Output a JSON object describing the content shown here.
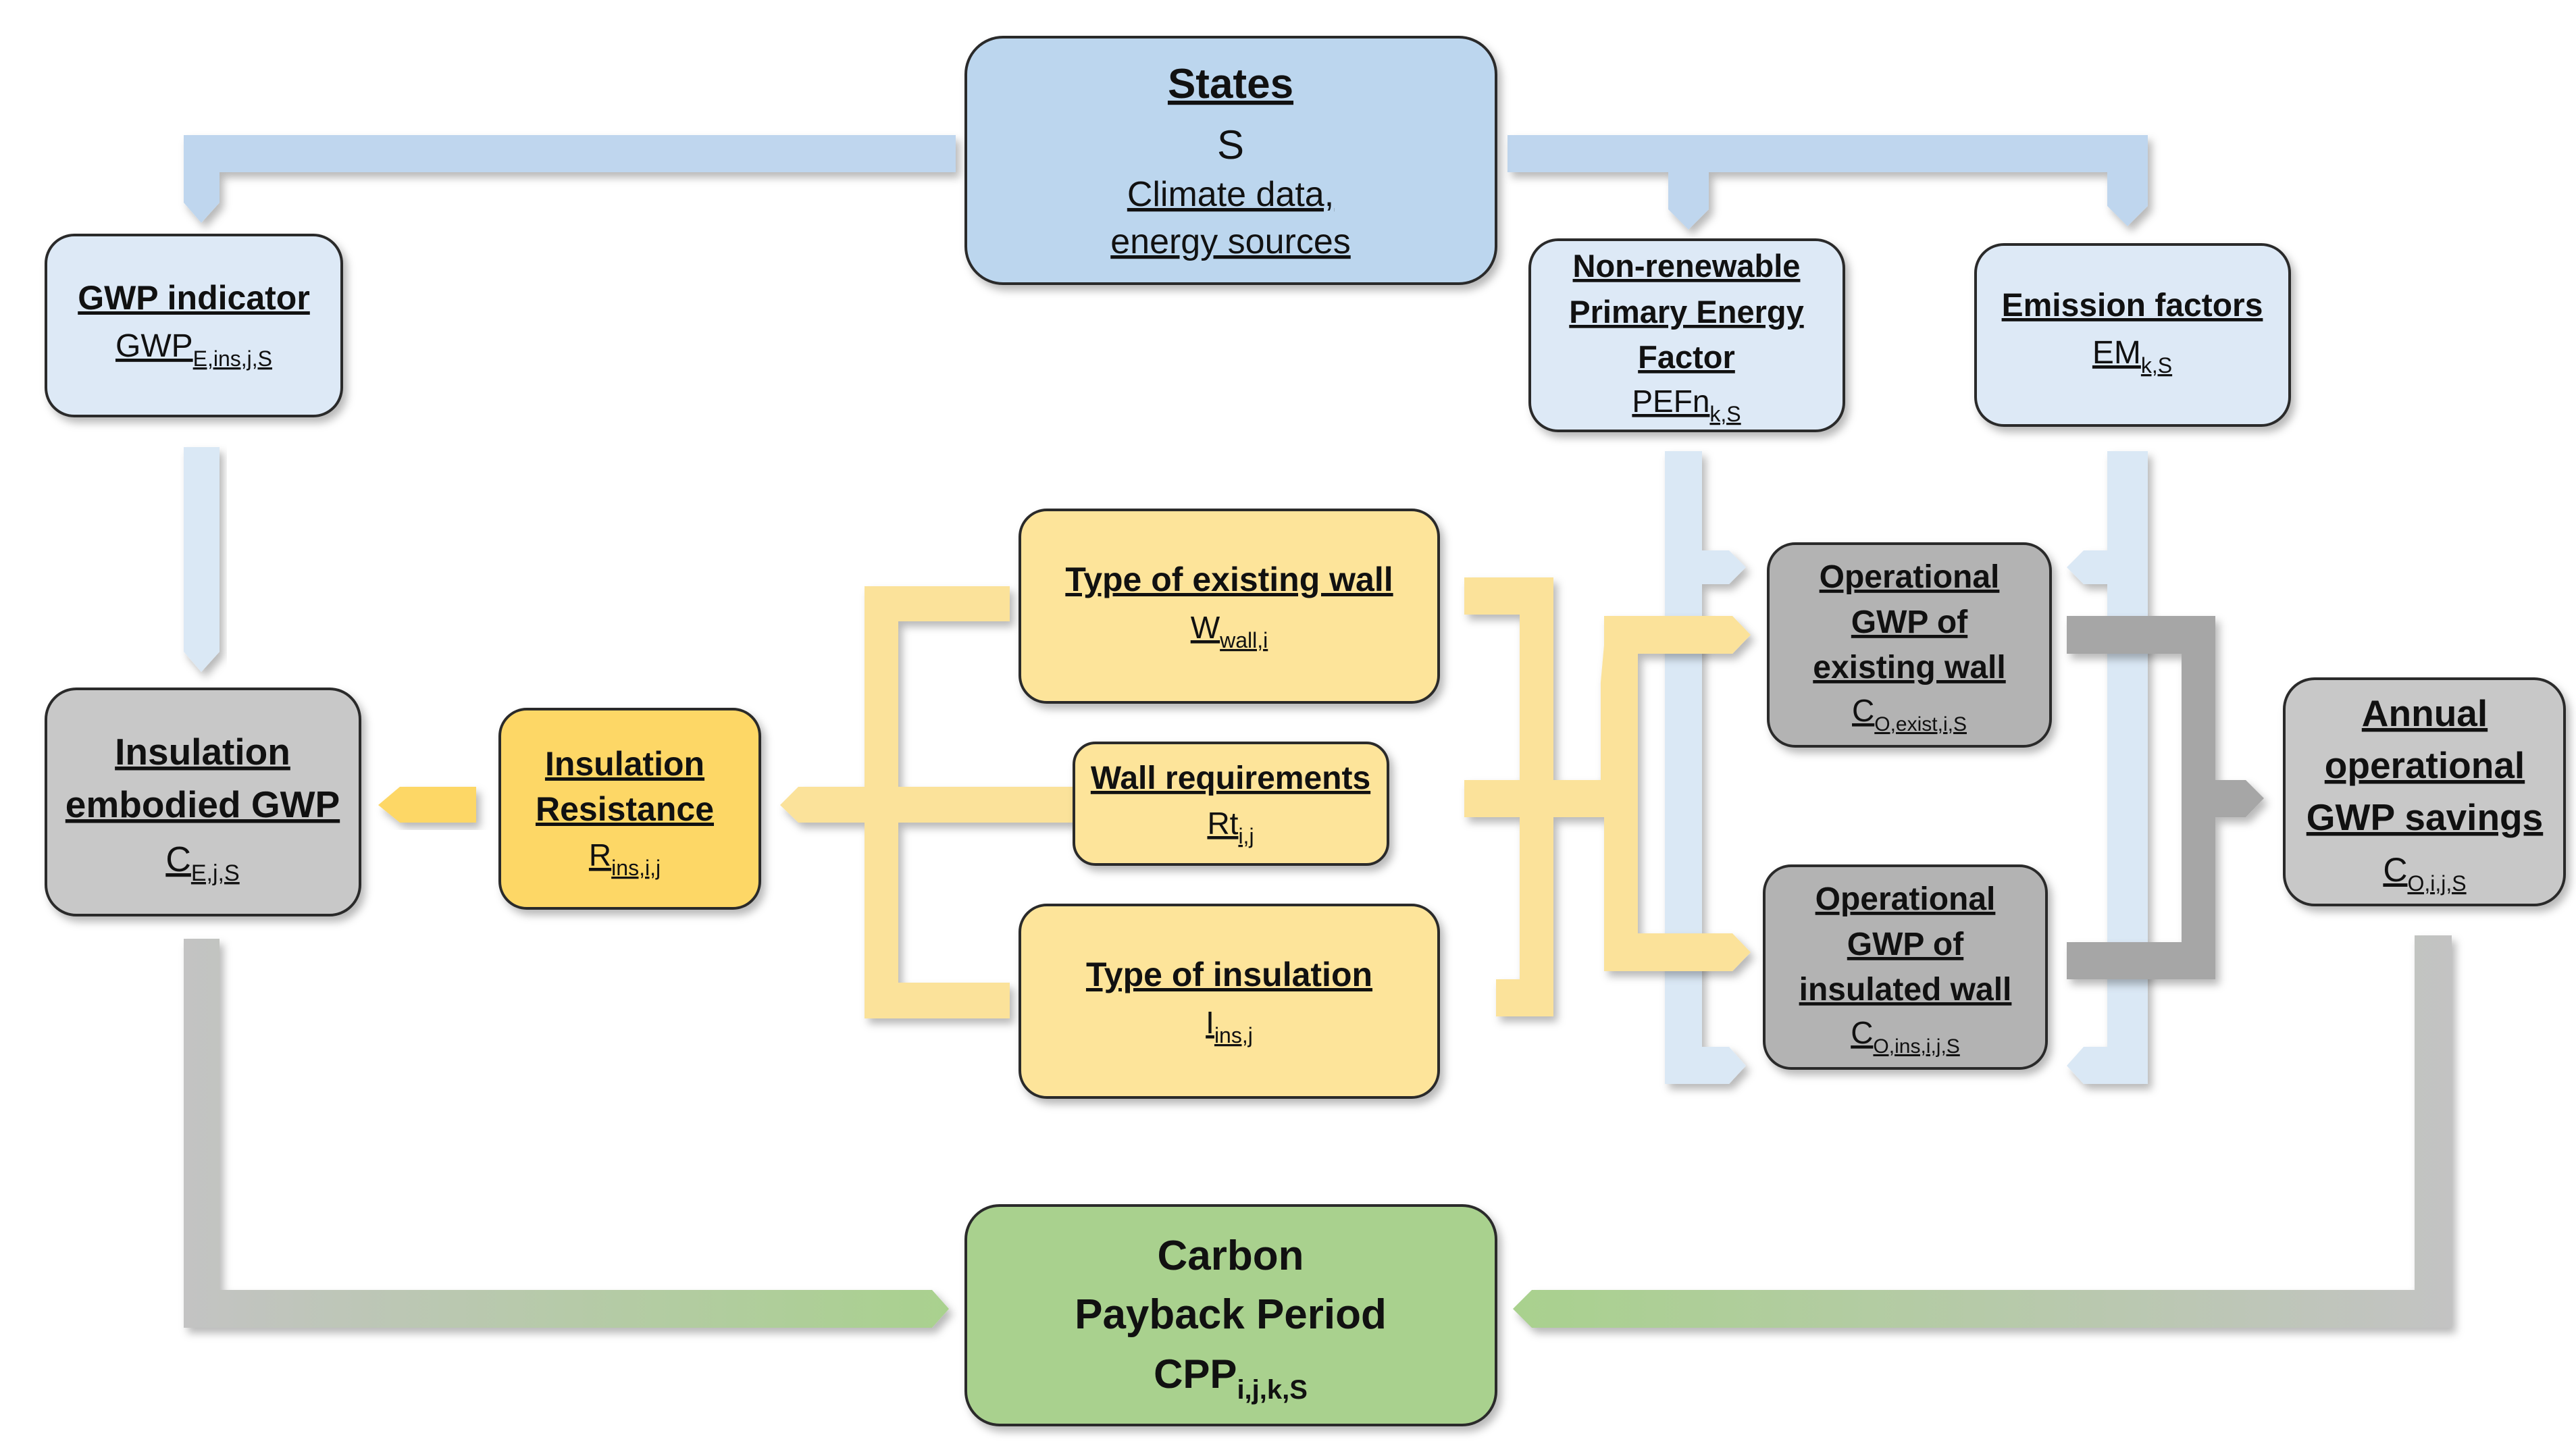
{
  "colors": {
    "blue_box": "#bcd6ee",
    "blue_light_box": "#dde9f6",
    "blue_arrow": "#bfd6ee",
    "blue_arrow_light": "#dae8f5",
    "yellow_box": "#fde49a",
    "yellow_box_strong": "#fdd766",
    "yellow_arrow": "#fbe29a",
    "gray_box": "#c8c8c8",
    "gray_box_dark": "#b3b3b3",
    "gray_arrow": "#a6a6a6",
    "gray_arrow_light": "#c3c3c3",
    "green_box": "#a9d18e",
    "green_arrow": "#a9d18e"
  },
  "nodes": {
    "states": {
      "title": "States",
      "symbol": "S",
      "desc1": "Climate data,",
      "desc2": "energy sources"
    },
    "gwp_indicator": {
      "title": "GWP indicator",
      "sym": "GWP",
      "sub": "E,ins,j,S"
    },
    "pef": {
      "line1": "Non-renewable",
      "line2": "Primary Energy",
      "line3": "Factor",
      "sym": "PEFn",
      "sub": "k,S"
    },
    "emission": {
      "title": "Emission factors",
      "sym": "EM",
      "sub": "k,S"
    },
    "embodied": {
      "line1": "Insulation",
      "line2": "embodied GWP",
      "sym": "C",
      "sub": "E,j,S"
    },
    "resistance": {
      "line1": "Insulation",
      "line2": "Resistance",
      "sym": "R",
      "sub": "ins,i,j"
    },
    "existing_wall": {
      "title": "Type of existing wall",
      "sym": "W",
      "sub": "wall,i"
    },
    "wall_req": {
      "title": "Wall requirements",
      "sym": "Rt",
      "sub": "i,j"
    },
    "insulation_type": {
      "title": "Type of insulation",
      "sym": "I",
      "sub": "ins,j"
    },
    "op_existing": {
      "line1": "Operational",
      "line2": "GWP of",
      "line3": "existing wall",
      "sym": "C",
      "sub": "O,exist,i,S"
    },
    "op_insulated": {
      "line1": "Operational",
      "line2": "GWP of",
      "line3": "insulated wall",
      "sym": "C",
      "sub": "O,ins,i,j,S"
    },
    "annual": {
      "line1": "Annual",
      "line2": "operational",
      "line3": "GWP savings",
      "sym": "C",
      "sub": "O,i,j,S"
    },
    "cpp": {
      "line1": "Carbon",
      "line2": "Payback Period",
      "sym": "CPP",
      "sub": "i,j,k,S"
    }
  }
}
